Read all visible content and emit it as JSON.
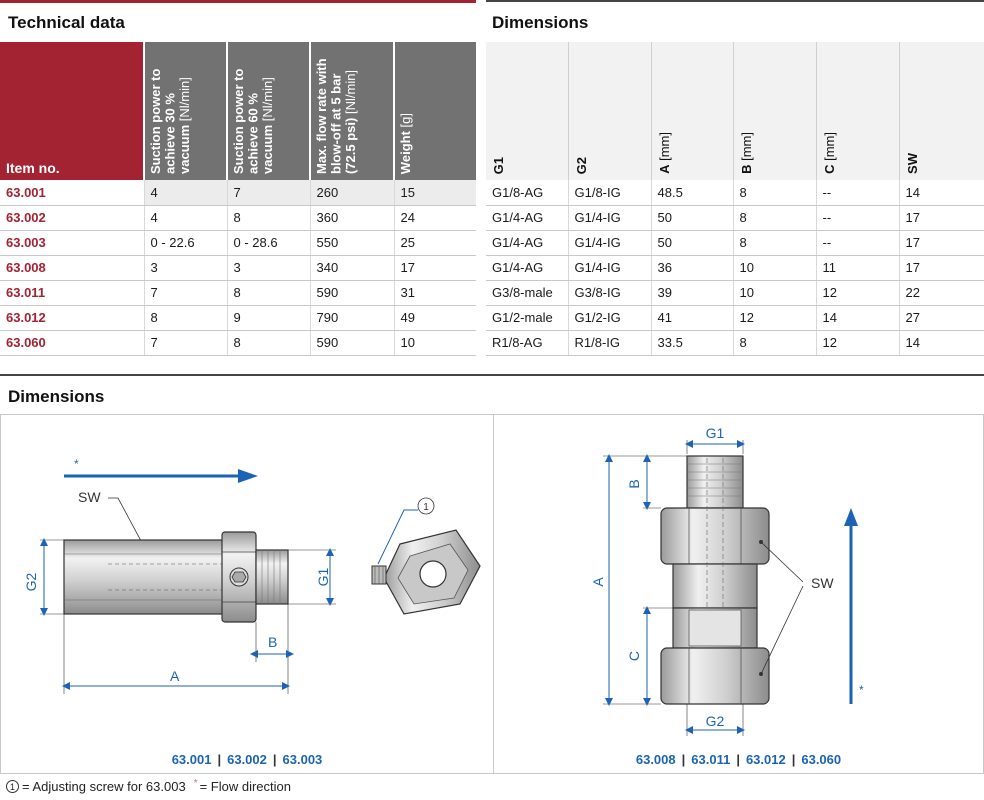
{
  "tech": {
    "heading": "Technical data",
    "columns": {
      "item": "Item no.",
      "suction30_bold": "Suction power to achieve 30 % vacuum",
      "suction30_unit": "[Nl/min]",
      "suction60_bold": "Suction power to achieve 60 % vacuum",
      "suction60_unit": "[Nl/min]",
      "flow_bold": "Max. flow rate with blow-off at 5 bar (72.5 psi)",
      "flow_unit": "[Nl/min]",
      "weight_bold": "Weight",
      "weight_unit": "[g]"
    },
    "rows": [
      {
        "item": "63.001",
        "s30": "4",
        "s60": "7",
        "flow": "260",
        "weight": "15"
      },
      {
        "item": "63.002",
        "s30": "4",
        "s60": "8",
        "flow": "360",
        "weight": "24"
      },
      {
        "item": "63.003",
        "s30": "0 - 22.6",
        "s60": "0 - 28.6",
        "flow": "550",
        "weight": "25"
      },
      {
        "item": "63.008",
        "s30": "3",
        "s60": "3",
        "flow": "340",
        "weight": "17"
      },
      {
        "item": "63.011",
        "s30": "7",
        "s60": "8",
        "flow": "590",
        "weight": "31"
      },
      {
        "item": "63.012",
        "s30": "8",
        "s60": "9",
        "flow": "790",
        "weight": "49"
      },
      {
        "item": "63.060",
        "s30": "7",
        "s60": "8",
        "flow": "590",
        "weight": "10"
      }
    ]
  },
  "dims": {
    "heading": "Dimensions",
    "columns": {
      "g1": "G1",
      "g2": "G2",
      "a_bold": "A",
      "a_unit": "[mm]",
      "b_bold": "B",
      "b_unit": "[mm]",
      "c_bold": "C",
      "c_unit": "[mm]",
      "sw": "SW"
    },
    "rows": [
      {
        "g1": "G1/8-AG",
        "g2": "G1/8-IG",
        "a": "48.5",
        "b": "8",
        "c": "--",
        "sw": "14"
      },
      {
        "g1": "G1/4-AG",
        "g2": "G1/4-IG",
        "a": "50",
        "b": "8",
        "c": "--",
        "sw": "17"
      },
      {
        "g1": "G1/4-AG",
        "g2": "G1/4-IG",
        "a": "50",
        "b": "8",
        "c": "--",
        "sw": "17"
      },
      {
        "g1": "G1/4-AG",
        "g2": "G1/4-IG",
        "a": "36",
        "b": "10",
        "c": "11",
        "sw": "17"
      },
      {
        "g1": "G3/8-male",
        "g2": "G3/8-IG",
        "a": "39",
        "b": "10",
        "c": "12",
        "sw": "22"
      },
      {
        "g1": "G1/2-male",
        "g2": "G1/2-IG",
        "a": "41",
        "b": "12",
        "c": "14",
        "sw": "27"
      },
      {
        "g1": "R1/8-AG",
        "g2": "R1/8-IG",
        "a": "33.5",
        "b": "8",
        "c": "12",
        "sw": "14"
      }
    ]
  },
  "drawings": {
    "heading": "Dimensions",
    "left_labels": {
      "star": "*",
      "sw": "SW",
      "g2": "G2",
      "g1": "G1",
      "b": "B",
      "a": "A",
      "callout": "1"
    },
    "right_labels": {
      "g1": "G1",
      "b": "B",
      "a": "A",
      "sw": "SW",
      "c": "C",
      "g2": "G2",
      "star": "*"
    },
    "left_caption": [
      "63.001",
      "63.002",
      "63.003"
    ],
    "right_caption": [
      "63.008",
      "63.011",
      "63.012",
      "63.060"
    ],
    "caption_sep": "|"
  },
  "footnote": {
    "circle": "1",
    "text1": "= Adjusting screw for 63.003",
    "star": "*",
    "text2": "= Flow direction"
  },
  "colors": {
    "brand_red": "#a32332",
    "header_grey": "#727272",
    "accent_blue": "#1c63b6"
  }
}
